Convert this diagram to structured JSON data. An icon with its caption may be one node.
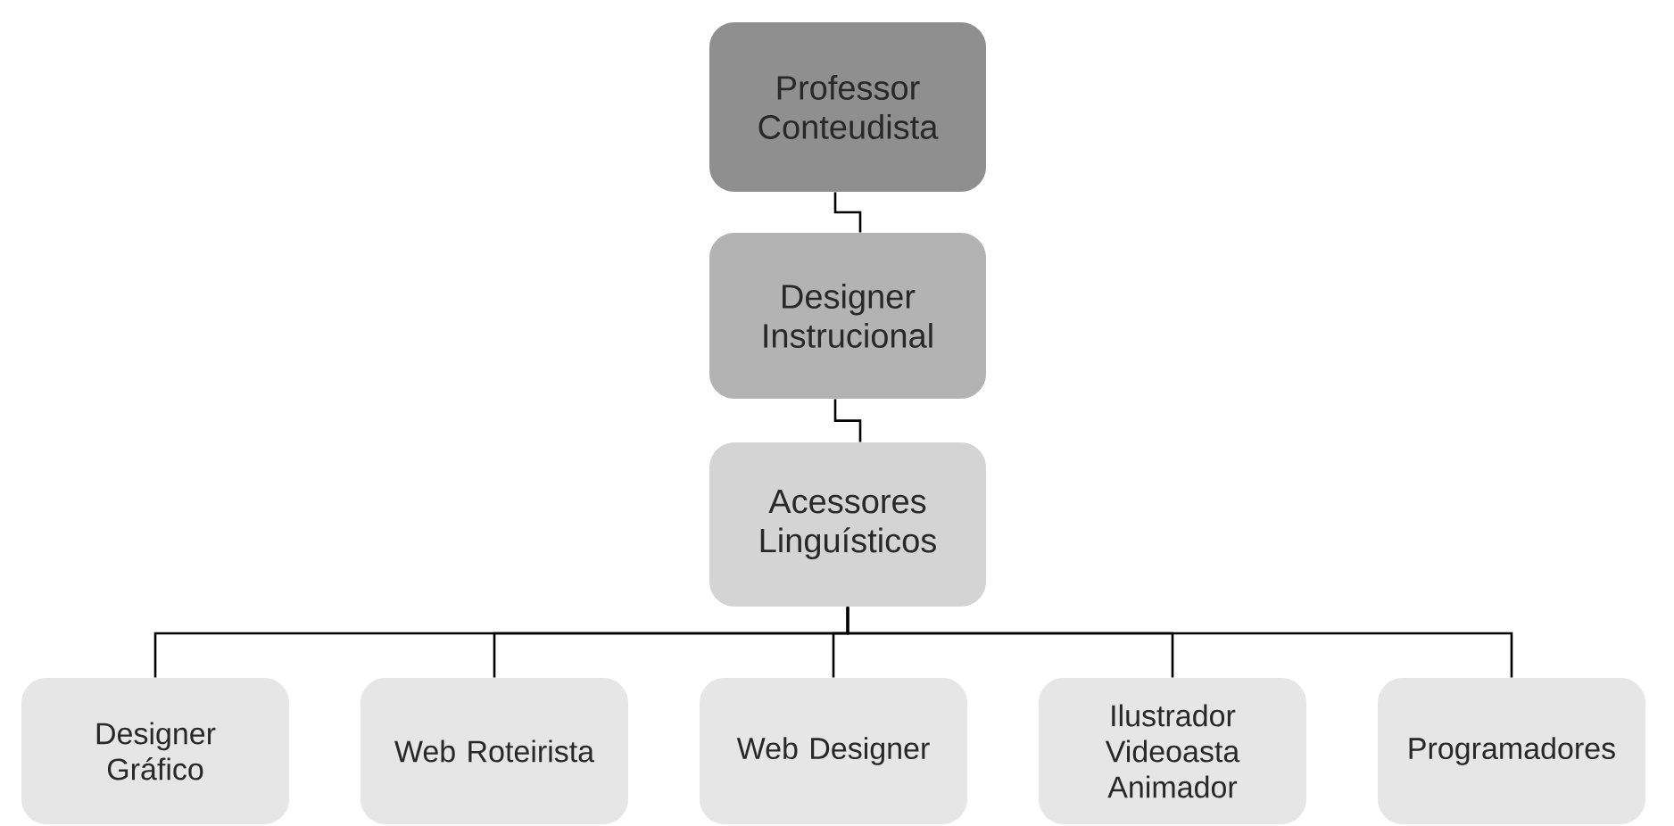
{
  "diagram": {
    "nodes": [
      {
        "text": [
          "Professor Conteudista"
        ]
      },
      {
        "text": [
          "Designer Instrucional"
        ]
      },
      {
        "text": [
          "Acessores Linguísticos"
        ]
      },
      {
        "text": [
          "Designer Gráfico"
        ]
      },
      {
        "text": [
          "Web Roteirista"
        ]
      },
      {
        "text": [
          "Web Designer"
        ]
      },
      {
        "text": [
          "Ilustrador Videoasta Animador"
        ]
      },
      {
        "text": [
          "Programadores"
        ]
      }
    ],
    "edges": [
      {
        "from": 0,
        "to": 1,
        "arrow": "none"
      },
      {
        "from": 1,
        "to": 2,
        "arrow": "none"
      },
      {
        "from": 2,
        "to": 3,
        "arrow": "none"
      },
      {
        "from": 2,
        "to": 4,
        "arrow": "none"
      },
      {
        "from": 2,
        "to": 5,
        "arrow": "none"
      },
      {
        "from": 2,
        "to": 6,
        "arrow": "none"
      },
      {
        "from": 2,
        "to": 7,
        "arrow": "none"
      }
    ]
  }
}
